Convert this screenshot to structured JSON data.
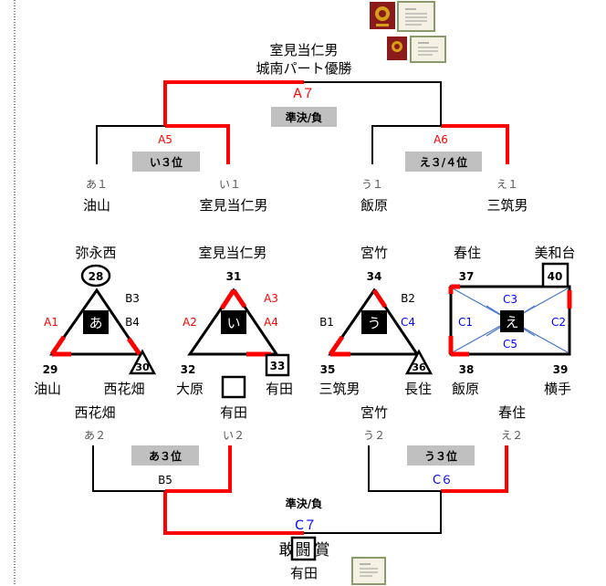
{
  "top": {
    "champion_line1": "室見当仁男",
    "champion_line2": "城南パート優勝",
    "final_code": "A７",
    "semi_lose_label": "準決/負"
  },
  "upper": {
    "left_code": "A5",
    "left_place": "い３位",
    "right_code": "A6",
    "right_place": "え３/４位",
    "slots": [
      {
        "code": "あ１",
        "team": "油山"
      },
      {
        "code": "い１",
        "team": "室見当仁男"
      },
      {
        "code": "う１",
        "team": "飯原"
      },
      {
        "code": "え１",
        "team": "三筑男"
      }
    ]
  },
  "groups": {
    "a": {
      "label": "あ",
      "top_team": "弥永西",
      "left_team": "油山",
      "right_team": "西花畑",
      "n_top": "28",
      "n_left": "29",
      "n_right": "30",
      "m1": "A1",
      "m2": "B3",
      "m3": "B4"
    },
    "i": {
      "label": "い",
      "top_team": "室見当仁男",
      "left_team": "大原",
      "right_team": "有田",
      "n_top": "31",
      "n_left": "32",
      "n_right": "33",
      "m1": "A2",
      "m2": "A3",
      "m3": "A4"
    },
    "u": {
      "label": "う",
      "top_team": "宮竹",
      "left_team": "三筑男",
      "right_team": "長住",
      "n_top": "34",
      "n_left": "35",
      "n_right": "36",
      "m1": "B1",
      "m2": "B2",
      "m3": "C4"
    },
    "e": {
      "label": "え",
      "tl_team": "春住",
      "tr_team": "美和台",
      "bl_team": "飯原",
      "br_team": "横手",
      "n_tl": "37",
      "n_tr": "40",
      "n_bl": "38",
      "n_br": "39",
      "c1": "C1",
      "c2": "C2",
      "c3": "C3",
      "c5": "C5"
    }
  },
  "lower": {
    "slots": [
      {
        "team": "西花畑",
        "code": "あ２"
      },
      {
        "team": "有田",
        "code": "い２"
      },
      {
        "team": "宮竹",
        "code": "う２"
      },
      {
        "team": "春住",
        "code": "え２"
      }
    ],
    "left_place": "あ３位",
    "left_code": "B5",
    "right_place": "う３位",
    "right_code": "C６",
    "semi_lose_label": "準決/負",
    "final_code": "C７",
    "award_part1": "敢",
    "award_part2": "闘",
    "award_part3": "賞",
    "award_team": "有田"
  },
  "colors": {
    "win_line": "#ff0000",
    "normal_line": "#000000",
    "label_box": "#c0c0c0",
    "blue_text": "#0000ff"
  }
}
